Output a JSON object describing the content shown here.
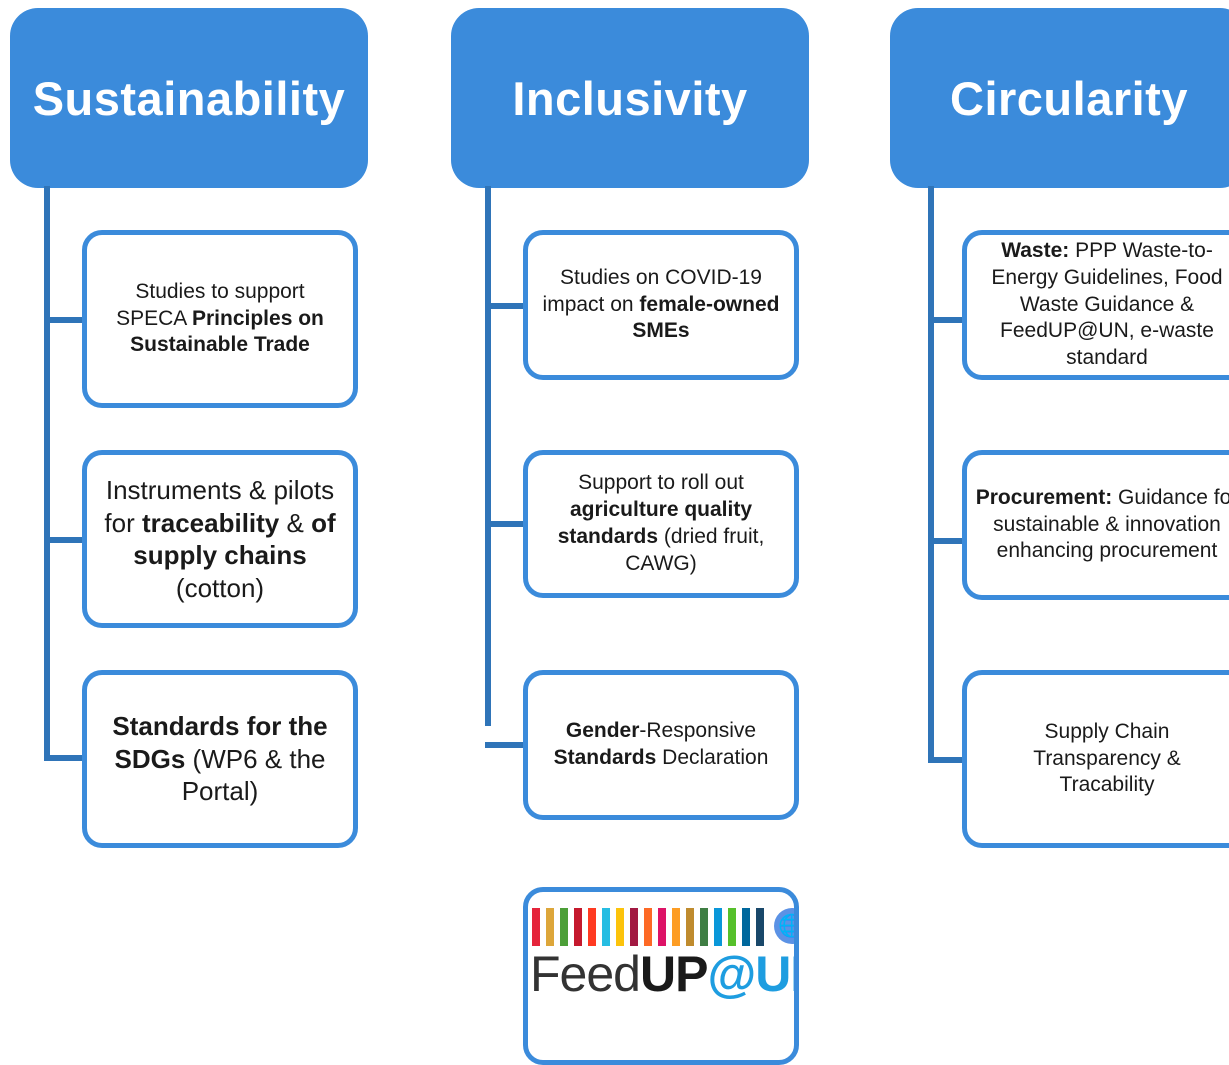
{
  "columns": [
    {
      "title": "Sustainability",
      "items": [
        {
          "pre": "Studies to support SPECA ",
          "bold": "Principles on Sustainable Trade",
          "post": ""
        },
        {
          "pre": "Instruments & pilots for ",
          "bold1": "traceability",
          "mid": " & ",
          "bold2": "of supply chains",
          "post": " (cotton)"
        },
        {
          "bold": "Standards for the SDGs",
          "post": " (WP6 & the Portal)"
        }
      ]
    },
    {
      "title": "Inclusivity",
      "items": [
        {
          "pre": "Studies on COVID-19 impact on ",
          "bold": "female-owned SMEs"
        },
        {
          "pre": "Support to roll out ",
          "bold": "agriculture quality standards",
          "post": " (dried fruit, CAWG)"
        },
        {
          "bold1": "Gender",
          "mid": "-Responsive ",
          "bold2": "Standards",
          "post": " Declaration"
        },
        {
          "logo": {
            "part1": "Feed",
            "part2": "UP",
            "part3": "@UN"
          }
        }
      ]
    },
    {
      "title": "Circularity",
      "items": [
        {
          "bold": "Waste:",
          "post": " PPP Waste-to-Energy Guidelines, Food Waste Guidance & FeedUP@UN, e-waste standard"
        },
        {
          "bold": "Procurement:",
          "post": " Guidance for sustainable & innovation enhancing procurement"
        },
        {
          "text": "Supply Chain Transparency & Tracability"
        }
      ]
    }
  ],
  "colors": {
    "header_fill": "#3b8bdb",
    "box_border": "#3b8bdb",
    "connector": "#2f74b8"
  },
  "sdg_stripe_colors": [
    "#e5243b",
    "#dda63a",
    "#4c9f38",
    "#c5192d",
    "#ff3a21",
    "#26bde2",
    "#fcc30b",
    "#a21942",
    "#fd6925",
    "#dd1367",
    "#fd9d24",
    "#bf8b2e",
    "#3f7e44",
    "#0a97d9",
    "#56c02b",
    "#00689d",
    "#19486a"
  ]
}
